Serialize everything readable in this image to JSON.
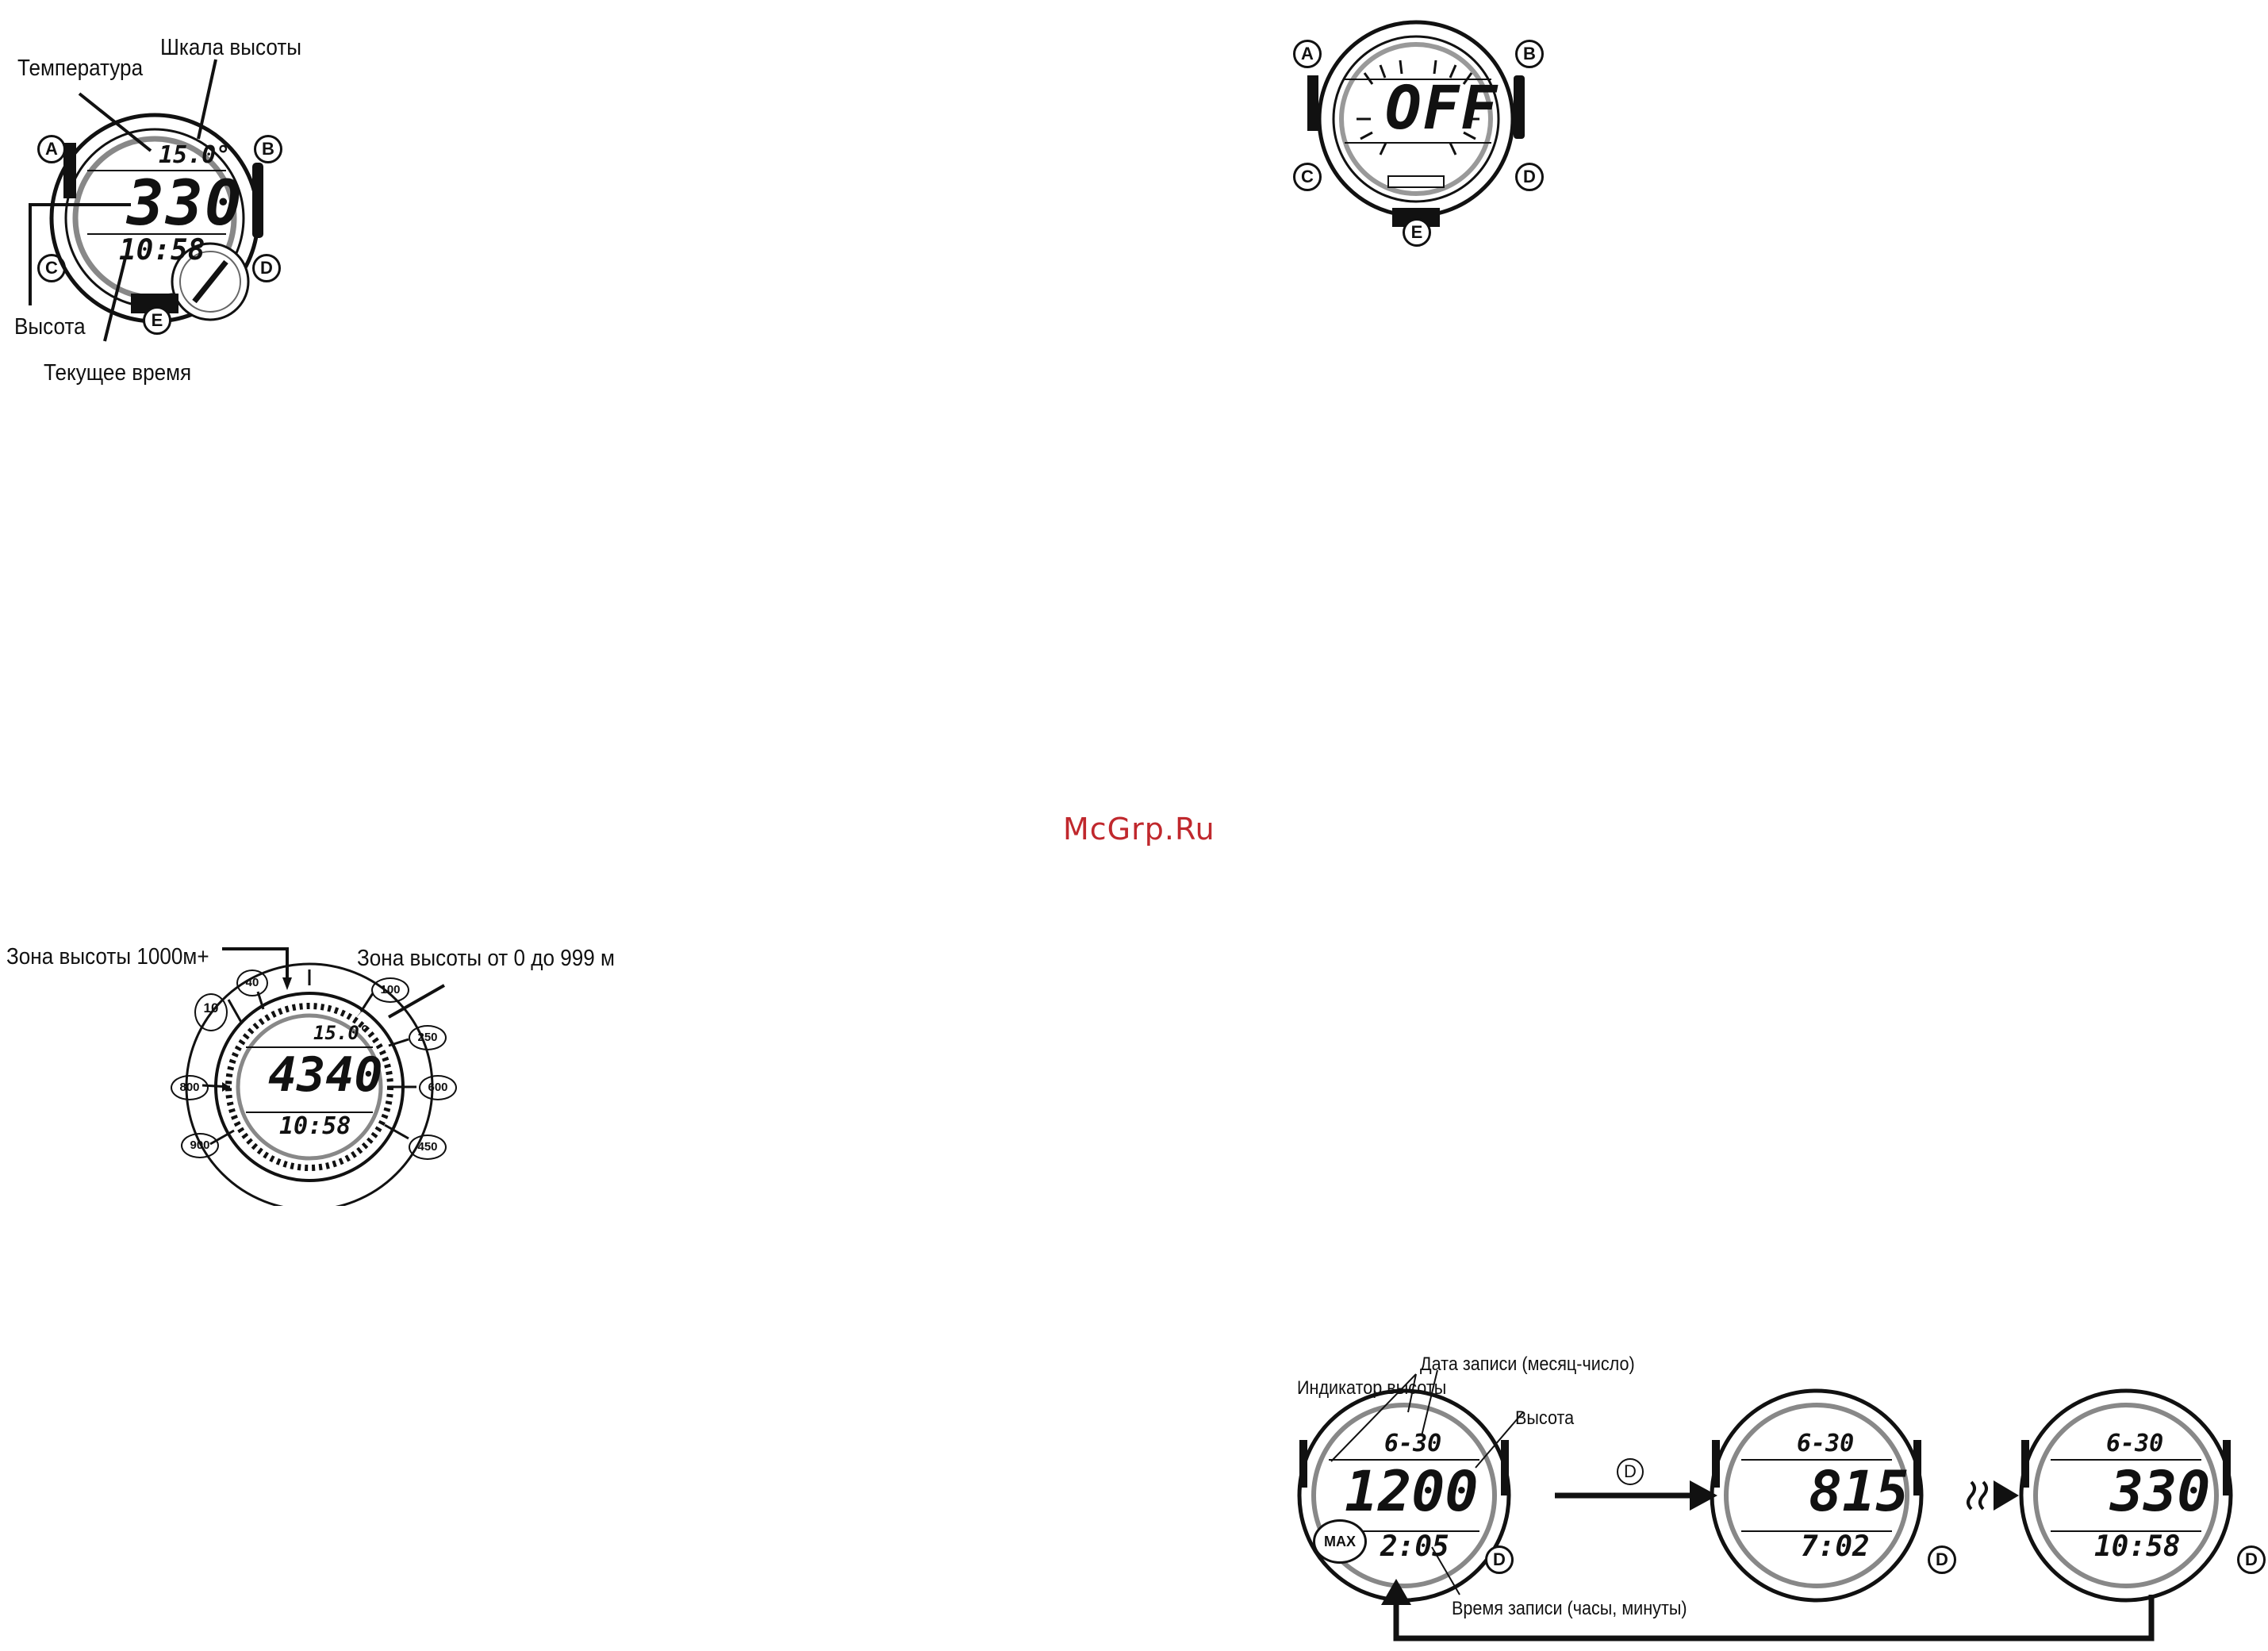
{
  "watermark": {
    "text": "McGrp.Ru",
    "color": "#c0282d"
  },
  "figure_altitude_display": {
    "labels": {
      "temperature": "Температура",
      "altitude_scale": "Шкала высоты",
      "altitude": "Высота",
      "current_time": "Текущее время"
    },
    "buttons": [
      "A",
      "B",
      "C",
      "D",
      "E"
    ],
    "lcd": {
      "temp": "15.0°",
      "main": "330",
      "time": "10:58"
    }
  },
  "figure_off": {
    "buttons": [
      "A",
      "B",
      "C",
      "D",
      "E"
    ],
    "lcd": {
      "main": "OFF"
    }
  },
  "figure_zones": {
    "labels": {
      "zone_high": "Зона высоты 1000м+",
      "zone_low": "Зона высоты от 0 до 999 м"
    },
    "bubbles": [
      "10",
      "40",
      "100",
      "250",
      "600",
      "800",
      "900",
      "450"
    ],
    "lcd": {
      "temp": "15.0°",
      "main": "4340",
      "time": "10:58"
    }
  },
  "figure_record": {
    "labels": {
      "record_date": "Дата записи (месяц-число)",
      "altitude_indicator": "Индикатор высоты",
      "altitude": "Высота",
      "record_time": "Время записи (часы, минуты)"
    },
    "button_d": "D",
    "max_badge": "MAX",
    "watches": [
      {
        "date": "6-30",
        "main": "1200",
        "time": "2:05"
      },
      {
        "date": "6-30",
        "main": "815",
        "time": "7:02"
      },
      {
        "date": "6-30",
        "main": "330",
        "time": "10:58"
      }
    ]
  }
}
